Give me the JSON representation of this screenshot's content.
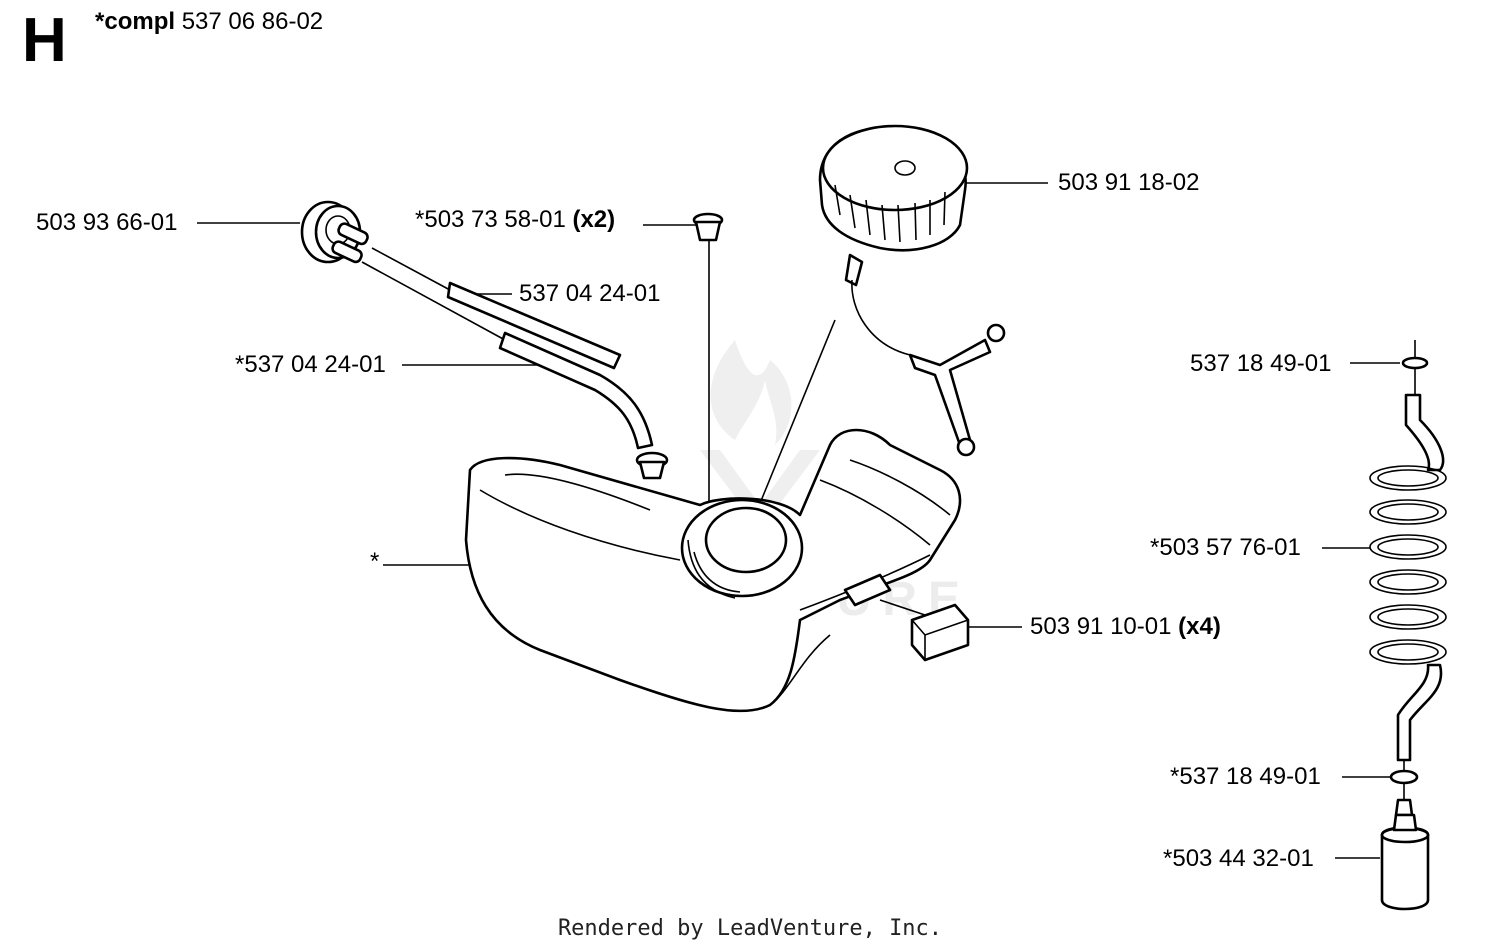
{
  "header": {
    "section_letter": "H",
    "assembly_prefix": "*compl",
    "assembly_number": "537 06 86-02"
  },
  "watermark": {
    "text": "LEADVENTURE"
  },
  "callouts": [
    {
      "part_number": "503 93 66-01",
      "qty": ""
    },
    {
      "part_number": "*503 73 58-01",
      "qty": "(x2)"
    },
    {
      "part_number": "537 04 24-01",
      "qty": ""
    },
    {
      "part_number": "*537 04 24-01",
      "qty": ""
    },
    {
      "part_number": "503 91 18-02",
      "qty": ""
    },
    {
      "part_number": "*",
      "qty": ""
    },
    {
      "part_number": "503 91 10-01",
      "qty": "(x4)"
    },
    {
      "part_number": "537 18 49-01",
      "qty": ""
    },
    {
      "part_number": "*503 57 76-01",
      "qty": ""
    },
    {
      "part_number": "*537 18 49-01",
      "qty": ""
    },
    {
      "part_number": "*503 44 32-01",
      "qty": ""
    }
  ],
  "footer": {
    "credit": "Rendered by LeadVenture, Inc."
  }
}
